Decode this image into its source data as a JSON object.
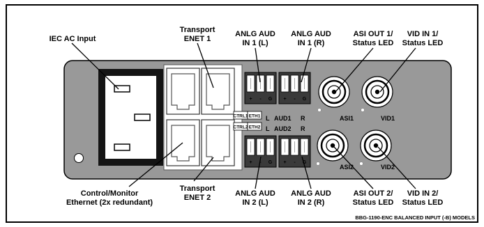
{
  "callouts": {
    "iec": "IEC AC Input",
    "transport1": [
      "Transport",
      "ENET 1"
    ],
    "anlg1l": [
      "ANLG AUD",
      "IN 1 (L)"
    ],
    "anlg1r": [
      "ANLG AUD",
      "IN 1 (R)"
    ],
    "asiout1": [
      "ASI OUT 1/",
      "Status LED"
    ],
    "vidin1": [
      "VID IN 1/",
      "Status LED"
    ],
    "control": [
      "Control/Monitor",
      "Ethernet (2x redundant)"
    ],
    "transport2": [
      "Transport",
      "ENET 2"
    ],
    "anlg2l": [
      "ANLG AUD",
      "IN 2 (L)"
    ],
    "anlg2r": [
      "ANLG AUD",
      "IN 2 (R)"
    ],
    "asiout2": [
      "ASI OUT 2/",
      "Status LED"
    ],
    "vidin2": [
      "VID IN 2/",
      "Status LED"
    ]
  },
  "panel_labels": {
    "ctrl1": "CTRL1",
    "eth1": "ETH1",
    "ctrl2": "CTRL2",
    "eth2": "ETH2",
    "l1": "L",
    "aud1": "AUD1",
    "r1": "R",
    "l2": "L",
    "aud2": "AUD2",
    "r2": "R",
    "asi1": "ASI1",
    "vid1": "VID1",
    "asi2": "ASI2",
    "vid2": "VID2",
    "pins": [
      "+",
      "-",
      "G"
    ]
  },
  "caption": "BBG-1190-ENC BALANCED INPUT (-B) MODELS",
  "colors": {
    "panel": "#999999",
    "iec_body": "#141414",
    "terminal": "#3a3a3a"
  }
}
